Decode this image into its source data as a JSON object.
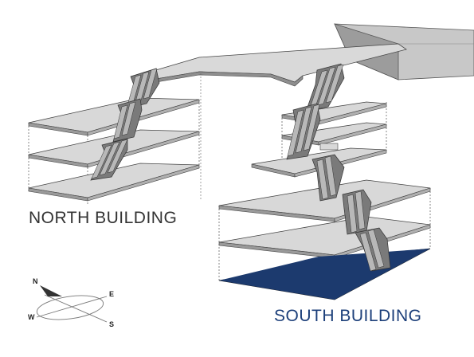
{
  "labels": {
    "north_building": "NORTH BUILDING",
    "south_building": "SOUTH BUILDING"
  },
  "compass": {
    "n": "N",
    "e": "E",
    "w": "W",
    "s": "S"
  },
  "colors": {
    "floor_top": "#d6d6d6",
    "floor_edge": "#9a9a9a",
    "outline": "#444444",
    "highlight_floor": "#1c3a6e",
    "north_label": "#333333",
    "south_label": "#1c3f7a",
    "pointer": "#333333"
  }
}
